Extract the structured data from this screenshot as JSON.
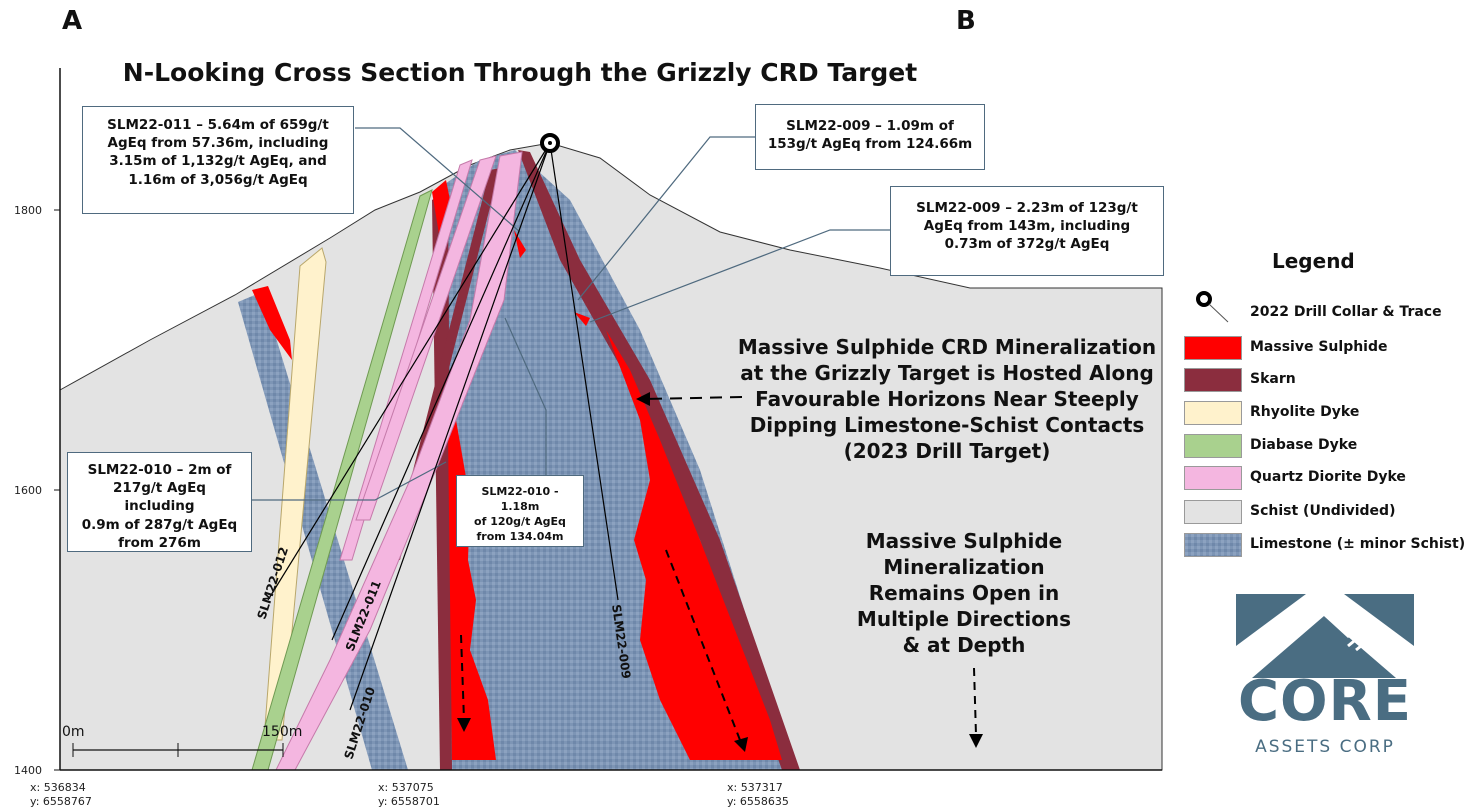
{
  "section_letters": {
    "left": "A",
    "right": "B"
  },
  "title": "N-Looking Cross Section Through the Grizzly CRD Target",
  "y_axis": {
    "ticks": [
      "1800",
      "1600",
      "1400"
    ]
  },
  "x_coordinates": [
    {
      "x": "x: 536834",
      "y": "y: 6558767"
    },
    {
      "x": "x: 537075",
      "y": "y: 6558701"
    },
    {
      "x": "x: 537317",
      "y": "y: 6558635"
    }
  ],
  "scale_bar": {
    "start": "0m",
    "end": "150m"
  },
  "annotations": {
    "slm22_011": [
      "SLM22-011 – 5.64m of 659g/t",
      "AgEq from 57.36m, including",
      "3.15m of 1,132g/t AgEq, and",
      "1.16m of 3,056g/t AgEq"
    ],
    "slm22_009_a": [
      "SLM22-009 – 1.09m of",
      "153g/t AgEq from 124.66m"
    ],
    "slm22_009_b": [
      "SLM22-009 – 2.23m of 123g/t",
      "AgEq from 143m, including",
      "0.73m of 372g/t AgEq"
    ],
    "slm22_010_a": [
      "SLM22-010 – 2m of",
      "217g/t AgEq including",
      "0.9m of 287g/t AgEq",
      "from 276m"
    ],
    "slm22_010_b": [
      "SLM22-010 - 1.18m",
      "of 120g/t AgEq",
      "from 134.04m"
    ]
  },
  "drill_holes": [
    "SLM22-012",
    "SLM22-011",
    "SLM22-010",
    "SLM22-009"
  ],
  "callouts": {
    "mineralization": [
      "Massive Sulphide CRD Mineralization",
      "at the Grizzly Target is Hosted Along",
      "Favourable Horizons Near Steeply",
      "Dipping Limestone-Schist Contacts",
      "(2023 Drill Target)"
    ],
    "open": [
      "Massive Sulphide",
      "Mineralization",
      "Remains Open in",
      "Multiple Directions",
      "& at Depth"
    ]
  },
  "legend": {
    "title": "Legend",
    "items": [
      {
        "label": "2022 Drill Collar & Trace",
        "icon": "drill-collar-icon"
      },
      {
        "label": "Massive Sulphide",
        "color": "#ff0000"
      },
      {
        "label": "Skarn",
        "color": "#8b2d3e"
      },
      {
        "label": "Rhyolite Dyke",
        "color": "#fff2cc"
      },
      {
        "label": "Diabase Dyke",
        "color": "#a9d18e"
      },
      {
        "label": "Quartz Diorite Dyke",
        "color": "#f4b6e0"
      },
      {
        "label": "Schist (Undivided)",
        "color": "#e3e3e3"
      },
      {
        "label": "Limestone (± minor Schist)",
        "color": "#7f96b7"
      }
    ]
  },
  "logo": {
    "name": "CORE",
    "subtitle": "ASSETS CORP",
    "color": "#4a6d82"
  }
}
